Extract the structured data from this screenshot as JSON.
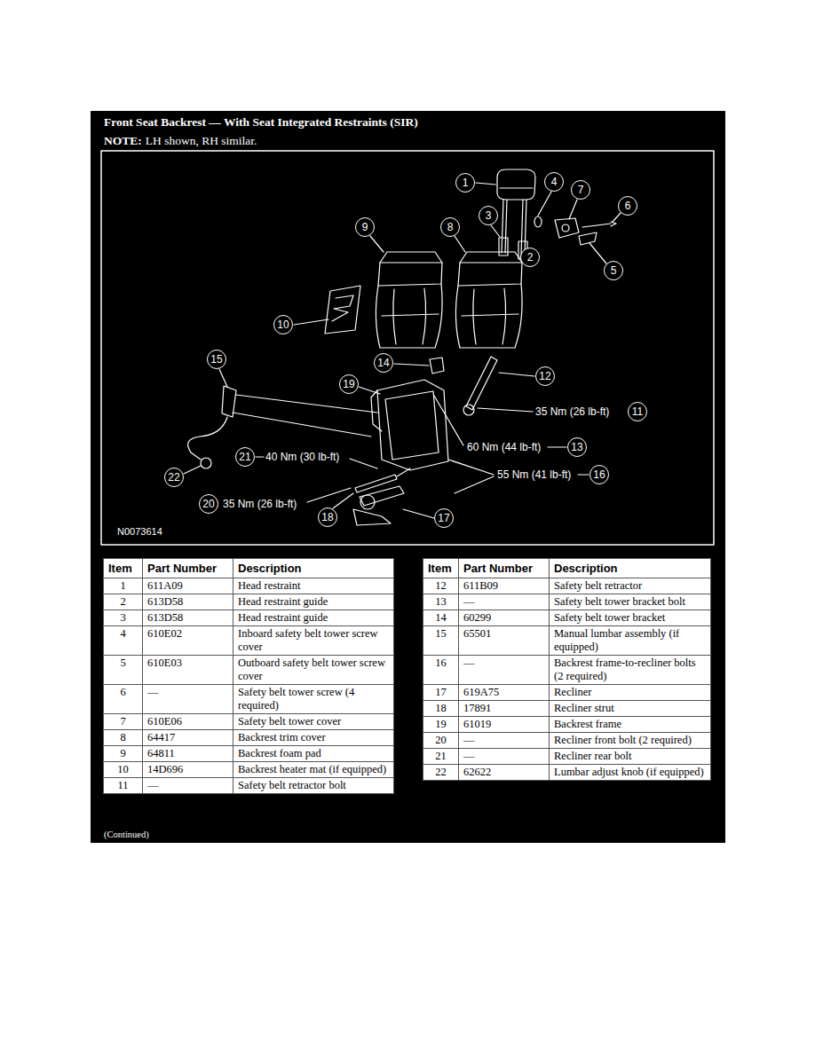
{
  "diagram": {
    "title": "Front Seat Backrest — With Seat Integrated Restraints (SIR)",
    "nodes": [
      {
        "text": [
          "1"
        ]
      },
      {
        "text": [
          "4"
        ]
      },
      {
        "text": [
          "7"
        ]
      },
      {
        "text": [
          "6"
        ]
      },
      {
        "text": [
          "3"
        ]
      },
      {
        "text": [
          "9"
        ]
      },
      {
        "text": [
          "8"
        ]
      },
      {
        "text": [
          "2"
        ]
      },
      {
        "text": [
          "5"
        ]
      },
      {
        "text": [
          "10"
        ]
      },
      {
        "text": [
          "15"
        ]
      },
      {
        "text": [
          "14"
        ]
      },
      {
        "text": [
          "12"
        ]
      },
      {
        "text": [
          "19"
        ]
      },
      {
        "text": [
          "11"
        ]
      },
      {
        "text": [
          "13"
        ]
      },
      {
        "text": [
          "21"
        ]
      },
      {
        "text": [
          "16"
        ]
      },
      {
        "text": [
          "22"
        ]
      },
      {
        "text": [
          "20"
        ]
      },
      {
        "text": [
          "18"
        ]
      },
      {
        "text": [
          "17"
        ]
      }
    ],
    "labels": [
      "NOTE:",
      "LH shown, RH similar.",
      "35 Nm (26 lb-ft)",
      "60 Nm (44 lb-ft)",
      "40 Nm (30 lb-ft)",
      "55 Nm (41 lb-ft)",
      "35 Nm (26 lb-ft)",
      "N0073614",
      "Item",
      "Part Number",
      "Description",
      "1",
      "611A09",
      "Head restraint",
      "2",
      "613D58",
      "Head restraint guide",
      "3",
      "613D58",
      "Head restraint guide",
      "4",
      "610E02",
      "Inboard safety belt tower screw cover",
      "5",
      "610E03",
      "Outboard safety belt tower screw cover",
      "6",
      "—",
      "Safety belt tower screw (4 required)",
      "7",
      "610E06",
      "Safety belt tower cover",
      "8",
      "64417",
      "Backrest trim cover",
      "9",
      "64811",
      "Backrest foam pad",
      "10",
      "14D696",
      "Backrest heater mat (if equipped)",
      "11",
      "—",
      "Safety belt retractor bolt",
      "Item",
      "Part Number",
      "Description",
      "12",
      "611B09",
      "Safety belt retractor",
      "13",
      "—",
      "Safety belt tower bracket bolt",
      "14",
      "60299",
      "Safety belt tower bracket",
      "15",
      "65501",
      "Manual lumbar assembly (if equipped)",
      "16",
      "—",
      "Backrest frame-to-recliner bolts (2 required)",
      "17",
      "619A75",
      "Recliner",
      "18",
      "17891",
      "Recliner strut",
      "19",
      "61019",
      "Backrest frame",
      "20",
      "—",
      "Recliner front bolt (2 required)",
      "21",
      "—",
      "Recliner rear bolt",
      "22",
      "62622",
      "Lumbar adjust knob (if equipped)",
      "(Continued)"
    ]
  }
}
